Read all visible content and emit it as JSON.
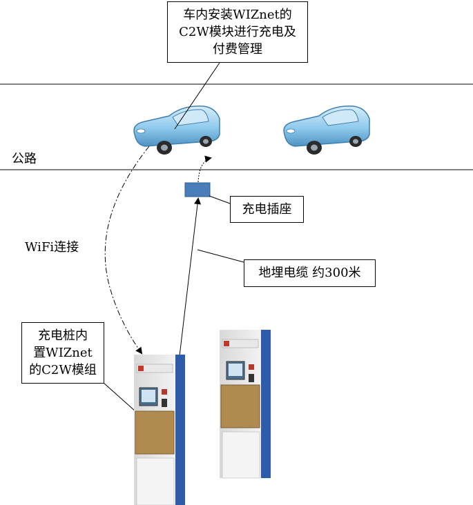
{
  "callouts": {
    "car": [
      "车内安装WIZnet的",
      "C2W模块进行充电及",
      "付费管理"
    ],
    "socket": "充电插座",
    "cable": "地埋电缆 约300米",
    "pile": [
      "充电桩内",
      "置WIZnet",
      "的C2W模组"
    ]
  },
  "labels": {
    "road": "公路",
    "wifi": "WiFi连接"
  },
  "colors": {
    "car_body": "#8ec9ec",
    "car_dark": "#4f93c4",
    "socket_fill": "#4a7ebb",
    "pile_panel": "#b08a4e",
    "pile_side": "#2d5da8"
  },
  "icons": [
    "car-icon",
    "car-icon",
    "socket-icon",
    "charging-pile-icon",
    "charging-pile-icon"
  ]
}
